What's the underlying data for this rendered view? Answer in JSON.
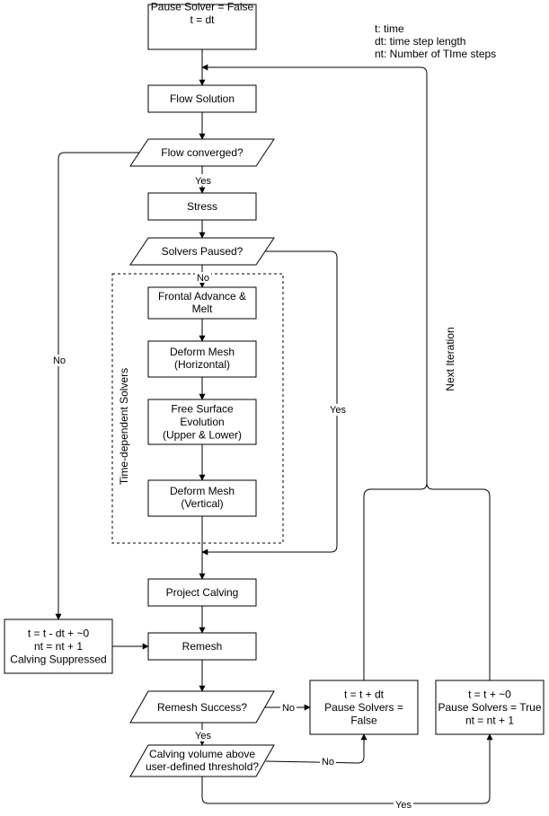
{
  "legend": {
    "lines": [
      "t: time",
      "dt: time step length",
      "nt: Number of TIme steps"
    ]
  },
  "nodes": {
    "start": [
      "Pause Solver = False",
      "t = dt"
    ],
    "flow_solution": [
      "Flow Solution"
    ],
    "flow_converged": [
      "Flow converged?"
    ],
    "stress": [
      "Stress"
    ],
    "solvers_paused": [
      "Solvers Paused?"
    ],
    "frontal_advance": [
      "Frontal Advance &",
      "Melt"
    ],
    "deform_horizontal": [
      "Deform Mesh",
      "(Horizontal)"
    ],
    "free_surface": [
      "Free Surface",
      "Evolution",
      "(Upper & Lower)"
    ],
    "deform_vertical": [
      "Deform Mesh",
      "(Vertical)"
    ],
    "project_calving": [
      "Project Calving"
    ],
    "suppressed": [
      "t = t - dt + ~0",
      "nt = nt + 1",
      "Calving Suppressed"
    ],
    "remesh": [
      "Remesh"
    ],
    "remesh_success": [
      "Remesh Success?"
    ],
    "calving_threshold": [
      "Calving volume above",
      "user-defined threshold?"
    ],
    "resume": [
      "t = t + dt",
      "Pause Solvers =",
      "False"
    ],
    "pause": [
      "t = t + ~0",
      "Pause Solvers = True",
      "nt = nt + 1"
    ]
  },
  "group_label": "Time-dependent Solvers",
  "edge_labels": {
    "yes_converged": "Yes",
    "no_converged": "No",
    "no_paused": "No",
    "yes_paused": "Yes",
    "no_remesh": "No",
    "yes_remesh": "Yes",
    "no_calving": "No",
    "yes_calving": "Yes",
    "next_iteration": "Next Iteration"
  }
}
